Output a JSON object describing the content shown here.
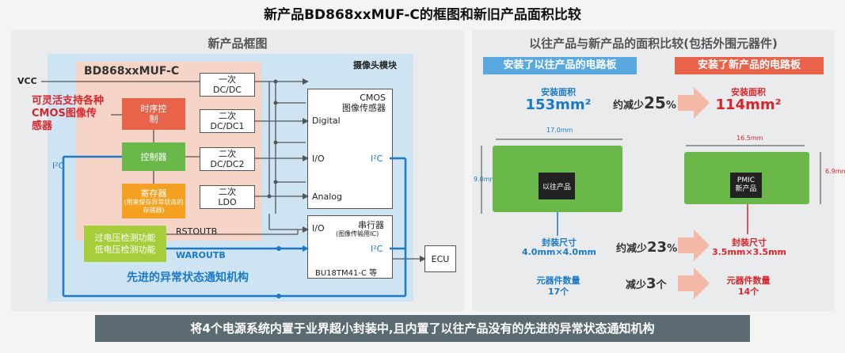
{
  "title": "新产品BD868xxMUF-C的框图和新旧产品面积比较",
  "left": {
    "title": "新产品框图",
    "camera_module": "摄像头模块",
    "pmic": "BD868xxMUF-C",
    "vcc": "VCC",
    "feature_note": "可灵活支持各种CMOS图像传感器",
    "timing": "时序控制",
    "controller": "控制器",
    "register_main": "寄存器",
    "register_sub": "(用来保存异常状态的存储器)",
    "detector": "过电压检测功能\n低电压检测功能",
    "dcdc1": "一次\nDC/DC",
    "dcdc2": "二次\nDC/DC1",
    "dcdc3": "二次\nDC/DC2",
    "ldo": "二次\nLDO",
    "cmos_title": "CMOS\n图像传感器",
    "digital": "Digital",
    "io": "I/O",
    "i2c": "I²C",
    "analog": "Analog",
    "serializer_title": "串行器",
    "serializer_sub": "(图像传输用IC)",
    "serializer_io": "I/O",
    "serializer_i2c": "I²C",
    "serializer_part": "BU18TM41-C 等",
    "i2c_left": "I²C",
    "rstoutb": "RSTOUTB",
    "waroutb": "WAROUTB",
    "ecu": "ECU",
    "advanced": "先进的异常状态通知机构"
  },
  "right": {
    "title": "以往产品与新产品的面积比较(包括外围元器件)",
    "old_tag": "安装了以往产品的电路板",
    "new_tag": "安装了新产品的电路板",
    "area_label": "安装面积",
    "old_area": "153mm²",
    "new_area": "114mm²",
    "reduce_area_pre": "约减少",
    "reduce_area_num": "25",
    "reduce_area_unit": "%",
    "old_width": "17.0mm",
    "old_height": "9.0mm",
    "new_width": "16.5mm",
    "new_height": "6.9mm",
    "old_chip": "以往产品",
    "new_chip": "PMIC\n新产品",
    "pkg_label": "封装尺寸",
    "old_pkg": "4.0mm×4.0mm",
    "new_pkg": "3.5mm×3.5mm",
    "reduce_pkg_pre": "约减少",
    "reduce_pkg_num": "23",
    "reduce_pkg_unit": "%",
    "parts_label": "元器件数量",
    "old_parts": "17个",
    "new_parts": "14个",
    "reduce_parts_pre": "减少",
    "reduce_parts_num": "3",
    "reduce_parts_unit": "个"
  },
  "banner": "将4个电源系统内置于业界超小封装中,且内置了以往产品没有的先进的异常状态通知机构",
  "colors": {
    "blue": "#1a7ac8",
    "red": "#d8262c",
    "green": "#6ab84a",
    "orange": "#e8634a"
  }
}
